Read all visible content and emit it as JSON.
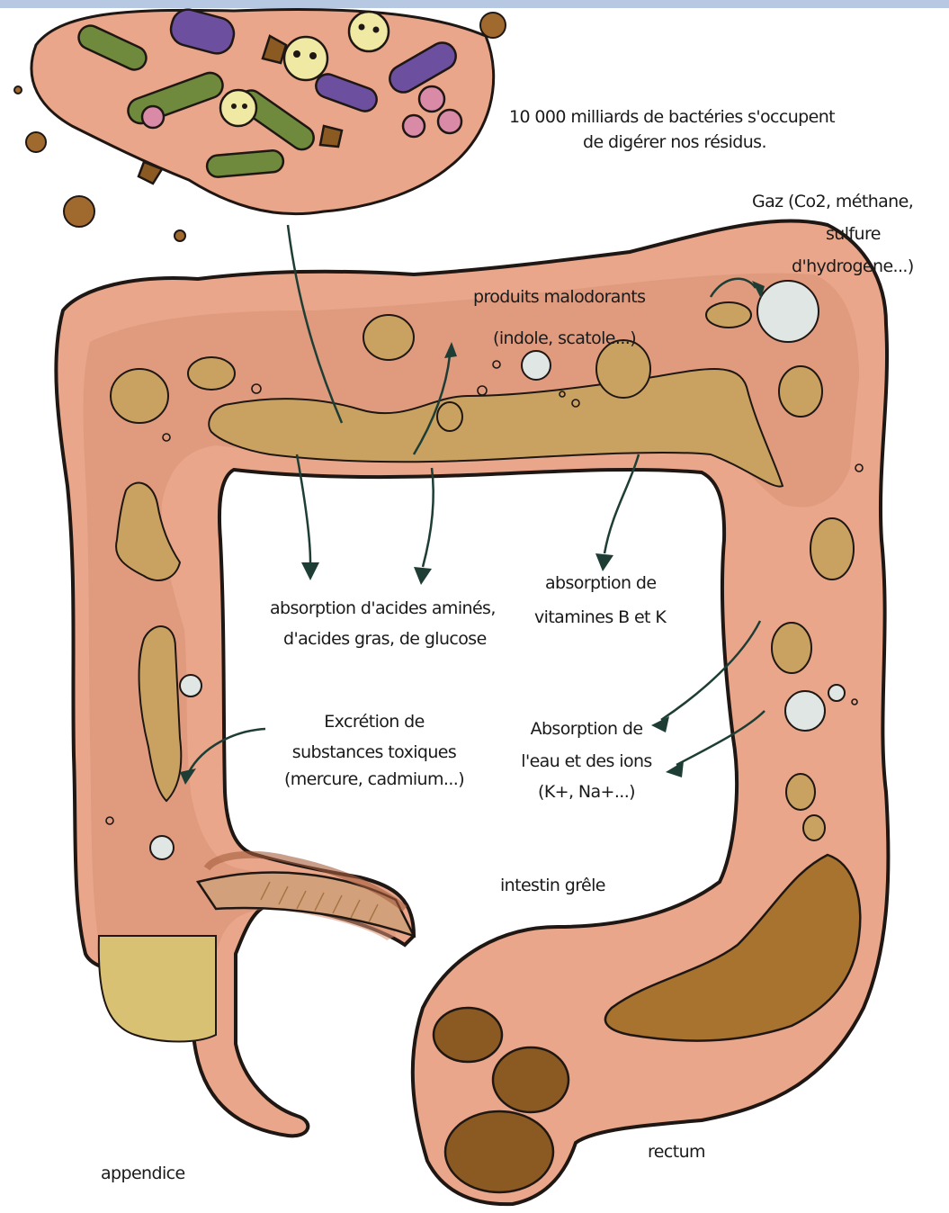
{
  "colors": {
    "tissue": "#e9a68a",
    "tissue_dark": "#c97e62",
    "outline": "#1f1714",
    "contents": "#c9a261",
    "contents_dark": "#8a5a22",
    "bubble": "#dfe6e4",
    "arrow": "#1d3d35",
    "bacteria_green": "#6f8a3c",
    "bacteria_purple": "#6d4fa0",
    "bacteria_yellow": "#efe9a4",
    "bacteria_pink": "#d98aa7",
    "header_bar": "#b7c9e2"
  },
  "labels": {
    "bacteria_line1": "10 000 milliards de bactéries s'occupent",
    "bacteria_line2": "de digérer nos résidus.",
    "gas_line1": "Gaz (Co2, méthane,",
    "gas_line2": "sulfure",
    "gas_line3": "d'hydrogène...)",
    "odor_line1": "produits malodorants",
    "odor_line2": "(indole, scatole...)",
    "amino_line1": "absorption d'acides aminés,",
    "amino_line2": "d'acides gras, de glucose",
    "vit_line1": "absorption de",
    "vit_line2": "vitamines B et K",
    "excr_line1": "Excrétion de",
    "excr_line2": "substances toxiques",
    "excr_line3": "(mercure, cadmium...)",
    "water_line1": "Absorption de",
    "water_line2": "l'eau et des ions",
    "water_line3": "(K+, Na+...)",
    "small_intestine": "intestin grêle",
    "appendix": "appendice",
    "rectum": "rectum"
  }
}
